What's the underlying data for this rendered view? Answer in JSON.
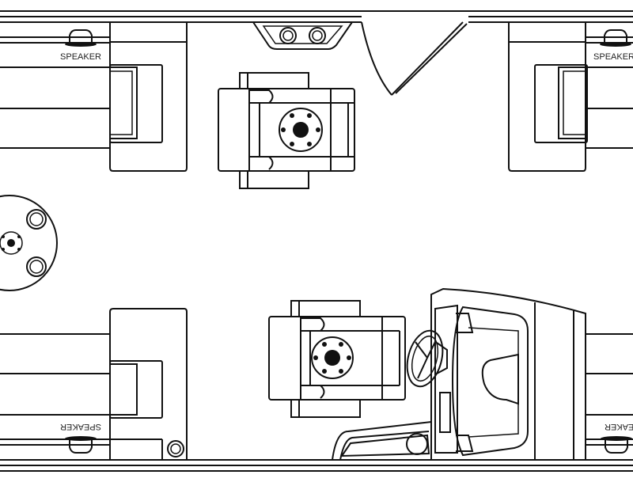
{
  "diagram": {
    "type": "pontoon boat floor plan",
    "speakers": [
      {
        "label": "SPEAKER",
        "location": "top-left"
      },
      {
        "label": "SPEAKER",
        "location": "top-right"
      },
      {
        "label": "SPEAKER",
        "location": "bottom-left",
        "mirrored": true
      },
      {
        "label": "SPEAKER",
        "location": "bottom-right",
        "mirrored": true
      }
    ],
    "line_color": "#111111",
    "background": "#ffffff"
  }
}
